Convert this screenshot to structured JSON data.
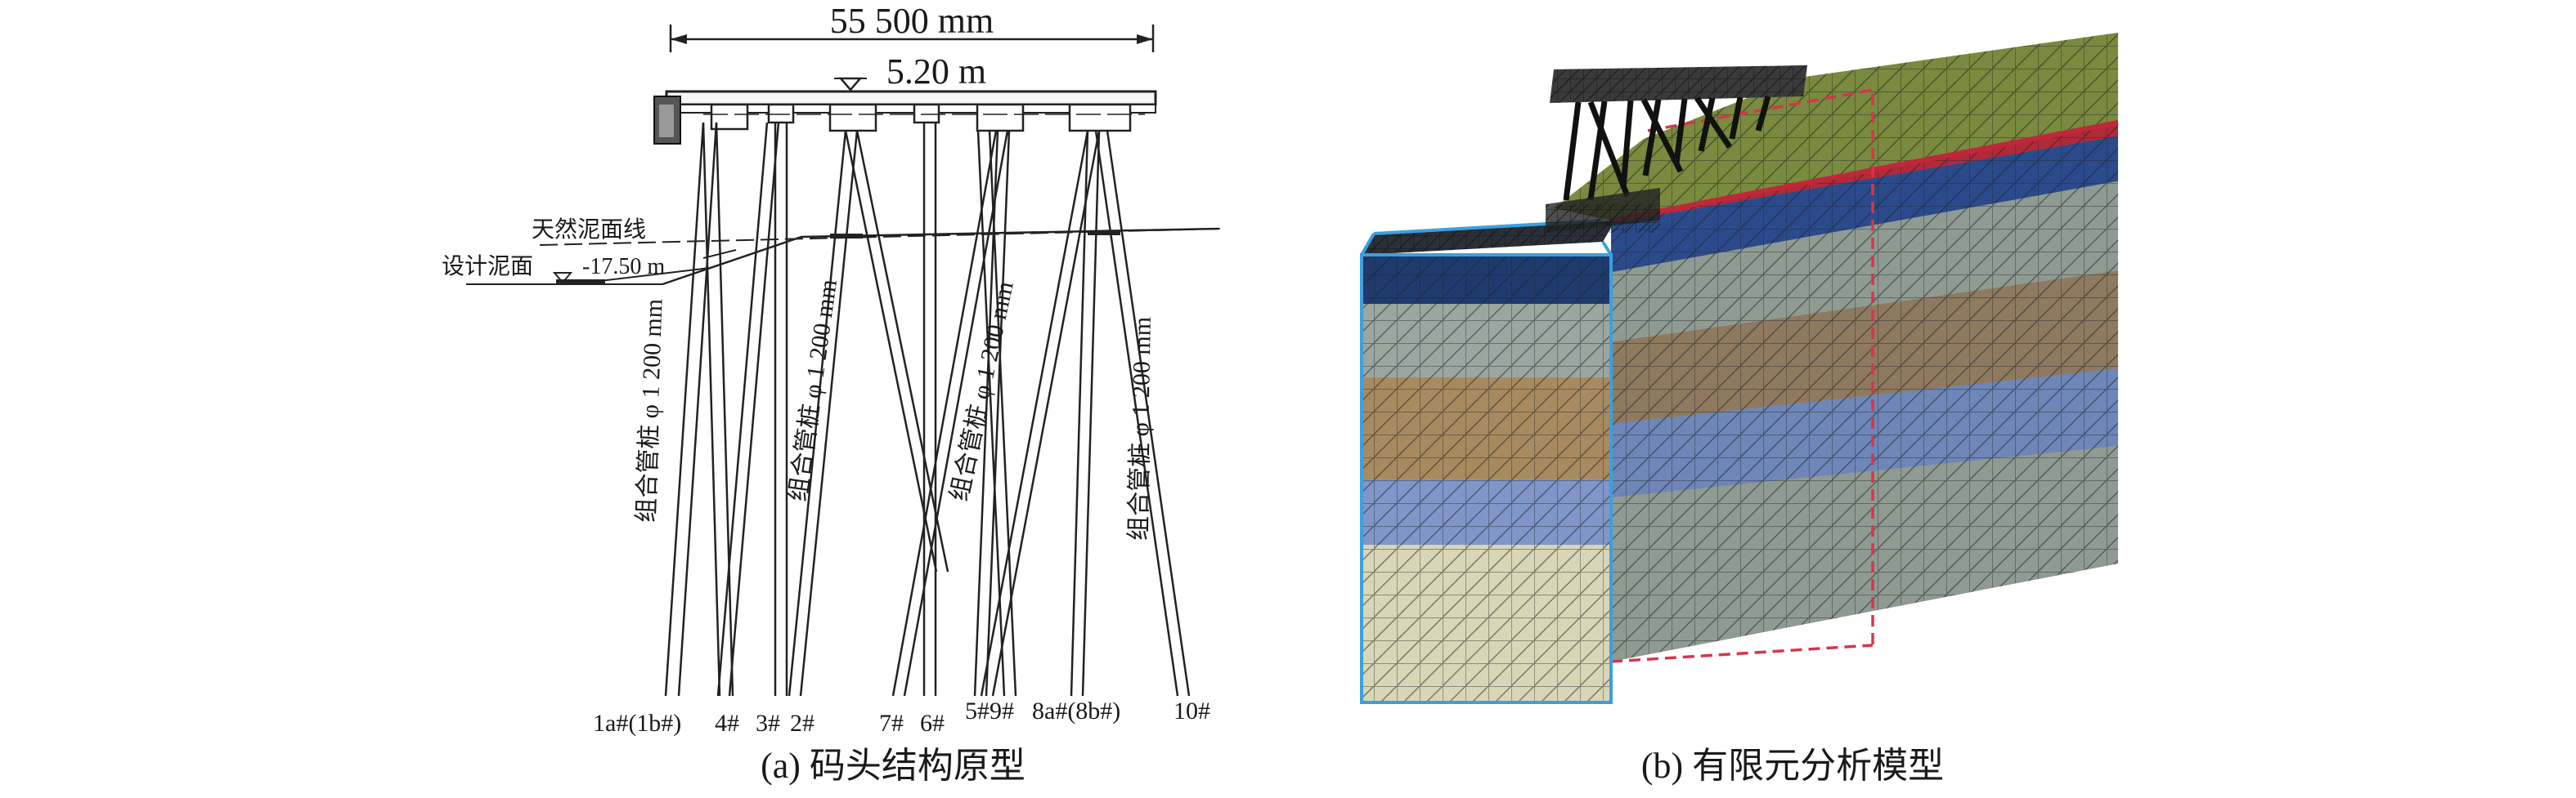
{
  "panel_a": {
    "caption": "(a) 码头结构原型",
    "dimension_width": "55 500 mm",
    "dimension_elevation": "5.20 m",
    "natural_mudline": "天然泥面线",
    "design_mudline": "设计泥面",
    "design_mudline_elev": "-17.50 m",
    "pile_spec_labels": [
      "组合管桩 φ 1 200 mm",
      "组合管桩 φ 1 200 mm",
      "组合管桩 φ 1 200 mm",
      "组合管桩 φ 1 200 mm"
    ],
    "pile_labels": [
      "1a#(1b#)",
      "4#",
      "3#",
      "2#",
      "7#",
      "6#",
      "5#9#",
      "8a#(8b#)",
      "10#"
    ]
  },
  "panel_b": {
    "caption": "(b) 有限元分析模型",
    "layer_colors": [
      "#6f7a3a",
      "#b02a3a",
      "#2b4a8c",
      "#8f9b92",
      "#8f7a60",
      "#6e86b8",
      "#8f9b92",
      "#d8d6b6"
    ]
  }
}
